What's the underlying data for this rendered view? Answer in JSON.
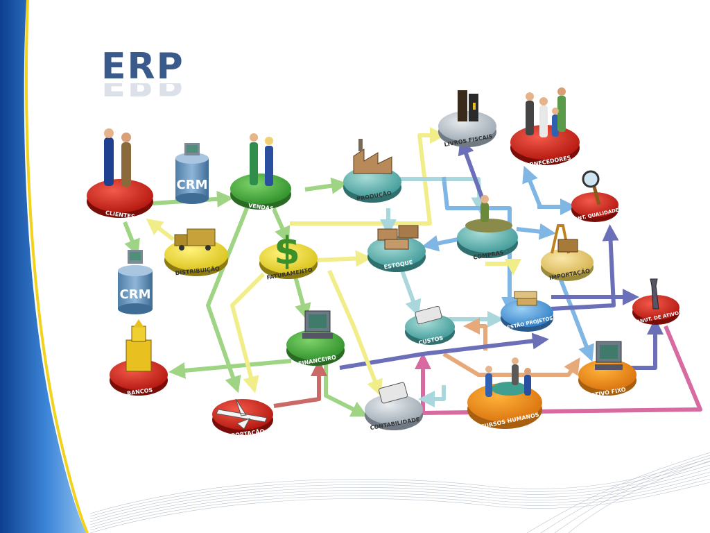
{
  "slide": {
    "title": "ERP"
  },
  "colors": {
    "accent_blue": "#2f6fc4",
    "accent_yellow": "#f2d21c",
    "title": "#3b5a8c"
  },
  "modules": {
    "clientes": "CLIENTES",
    "crm_top": "CRM",
    "crm_left": "CRM",
    "vendas": "VENDAS",
    "distribuicao": "DISTRIBUIÇÃO",
    "faturamento": "FATURAMENTO",
    "producao": "PRODUÇÃO",
    "estoque": "ESTOQUE",
    "livros_fiscais": "LIVROS FISCAIS",
    "fornecedores": "FORNECEDORES",
    "cont_qualidade": "CONT. QUALIDADE",
    "compras": "COMPRAS",
    "importacao": "IMPORTAÇÃO",
    "gestao_projetos": "GESTÃO PROJETOS",
    "manut_ativos": "MANUT. DE ATIVOS",
    "custos": "CUSTOS",
    "financeiro": "FINANCEIRO",
    "bancos": "BANCOS",
    "exportacao": "EXPORTAÇÃO",
    "contabilidade": "CONTABILIDADE",
    "recursos_humanos": "RECURSOS HUMANOS",
    "ativo_fixo": "ATIVO FIXO"
  }
}
